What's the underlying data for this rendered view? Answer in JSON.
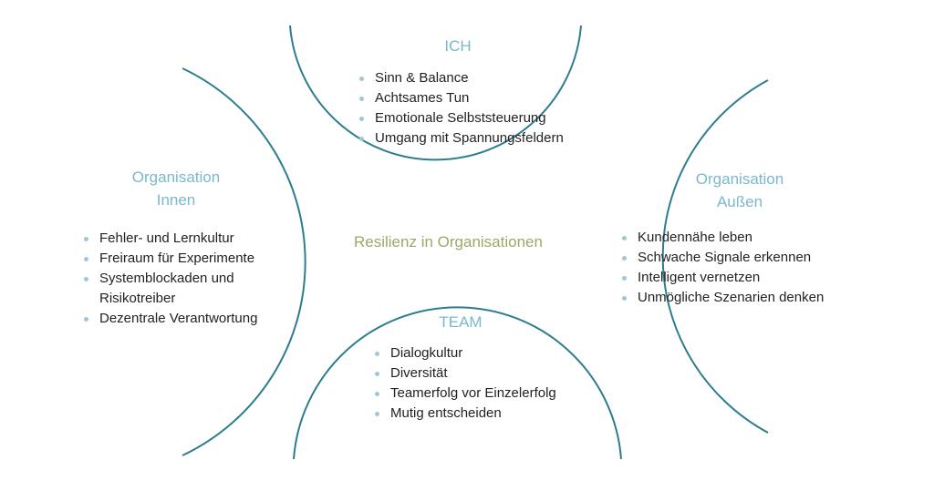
{
  "diagram": {
    "center_title": "Resilienz in Organisationen",
    "colors": {
      "arc": "#2e7d8f",
      "heading": "#7ab8cf",
      "center_title": "#9aaa66",
      "bullet": "#9ec8d8",
      "text": "#222222"
    },
    "sections": {
      "ich": {
        "heading": "ICH",
        "items": [
          "Sinn & Balance",
          "Achtsames Tun",
          "Emotionale Selbststeuerung",
          "Umgang mit Spannungsfeldern"
        ]
      },
      "team": {
        "heading": "TEAM",
        "items": [
          "Dialogkultur",
          "Diversität",
          "Teamerfolg vor Einzelerfolg",
          "Mutig entscheiden"
        ]
      },
      "innen": {
        "heading_line1": "Organisation",
        "heading_line2": "Innen",
        "items": [
          "Fehler- und Lernkultur",
          "Freiraum für Experimente",
          "Systemblockaden und",
          "Risikotreiber",
          "Dezentrale Verantwortung"
        ]
      },
      "aussen": {
        "heading_line1": "Organisation",
        "heading_line2": "Außen",
        "items": [
          "Kundennähe leben",
          "Schwache Signale erkennen",
          "Intelligent vernetzen",
          "Unmögliche Szenarien denken"
        ]
      }
    }
  }
}
